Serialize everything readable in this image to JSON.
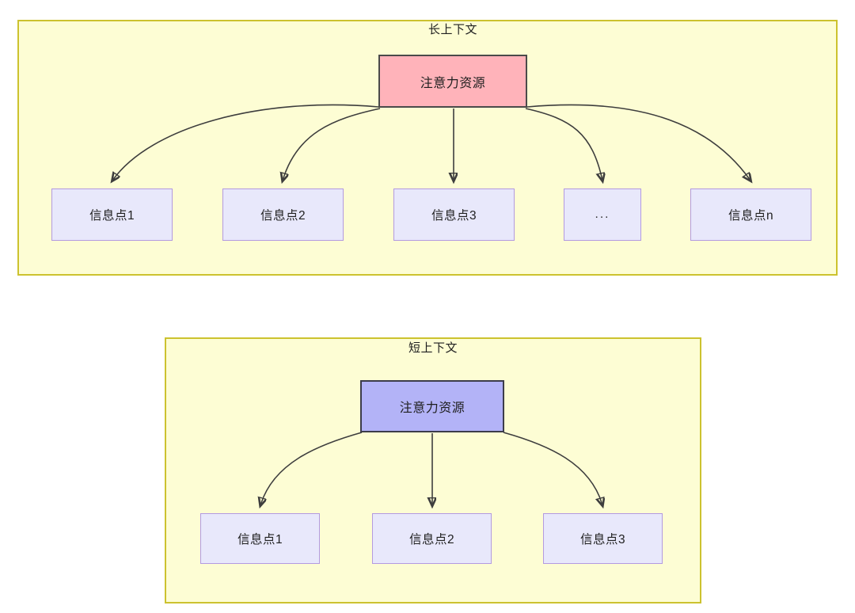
{
  "diagram": {
    "type": "flowchart",
    "title": "",
    "panels": [
      {
        "id": "long-context",
        "title": "长上下文",
        "root": {
          "label": "注意力资源",
          "fill": "#ffb3ba",
          "stroke": "#4a4a4a"
        },
        "children": [
          {
            "label": "信息点1"
          },
          {
            "label": "信息点2"
          },
          {
            "label": "信息点3"
          },
          {
            "label": "..."
          },
          {
            "label": "信息点n"
          }
        ],
        "panel_fill": "#fdfdd4",
        "panel_stroke": "#ccc22f",
        "child_fill": "#e8e8fb",
        "child_stroke": "#b39ae0"
      },
      {
        "id": "short-context",
        "title": "短上下文",
        "root": {
          "label": "注意力资源",
          "fill": "#b3b3f7",
          "stroke": "#3c3c4a"
        },
        "children": [
          {
            "label": "信息点1"
          },
          {
            "label": "信息点2"
          },
          {
            "label": "信息点3"
          }
        ],
        "panel_fill": "#fdfdd4",
        "panel_stroke": "#ccc22f",
        "child_fill": "#e8e8fb",
        "child_stroke": "#b39ae0"
      }
    ],
    "edge_color": "#3d3d3d"
  }
}
